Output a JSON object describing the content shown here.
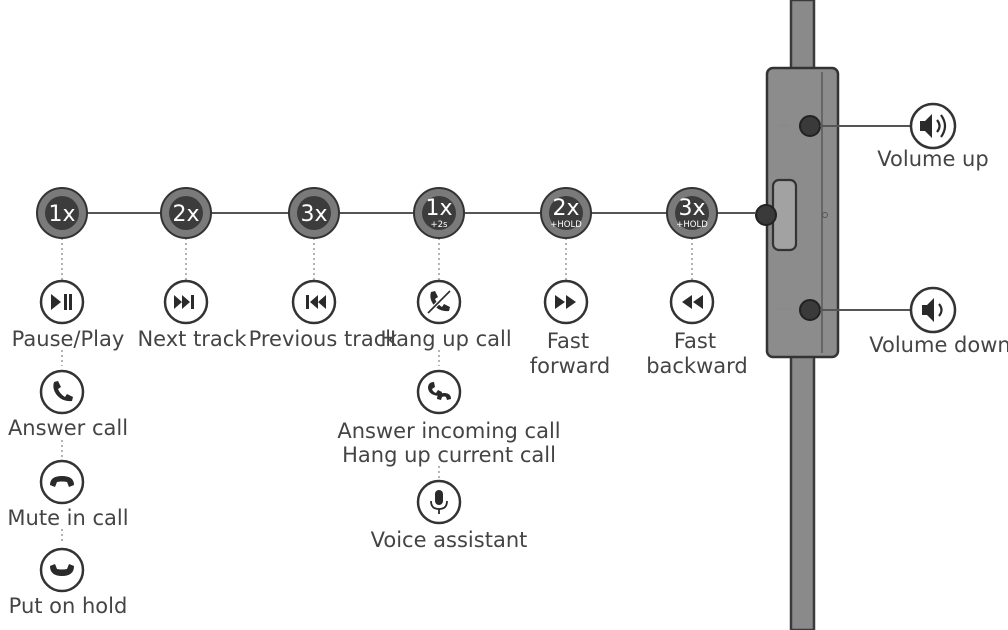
{
  "remote": {
    "plus_sign": "+",
    "minus_sign": "−",
    "volume_up_label": "Volume up",
    "volume_down_label": "Volume down",
    "volume_up_icon": "speaker-loud-icon",
    "volume_down_icon": "speaker-soft-icon"
  },
  "presses": [
    {
      "count": "1x",
      "sub": ""
    },
    {
      "count": "2x",
      "sub": ""
    },
    {
      "count": "3x",
      "sub": ""
    },
    {
      "count": "1x",
      "sub": "+2s"
    },
    {
      "count": "2x",
      "sub": "+HOLD"
    },
    {
      "count": "3x",
      "sub": "+HOLD"
    }
  ],
  "actions": [
    {
      "label": "Pause/Play",
      "icon": "play-pause-icon"
    },
    {
      "label": "Answer call",
      "icon": "phone-icon"
    },
    {
      "label": "Mute in call",
      "icon": "handset-down-icon"
    },
    {
      "label": "Put on hold",
      "icon": "handset-up-icon"
    },
    {
      "label": "Next track",
      "icon": "next-track-icon"
    },
    {
      "label": "Previous track",
      "icon": "previous-track-icon"
    },
    {
      "label": "Hang up call",
      "icon": "phone-crossed-icon"
    },
    {
      "label": "Answer incoming call",
      "label2": "Hang up current call",
      "icon": "phone-switch-icon"
    },
    {
      "label": "Voice assistant",
      "icon": "microphone-icon"
    },
    {
      "label": "Fast",
      "label2": "forward",
      "icon": "fast-forward-icon"
    },
    {
      "label": "Fast",
      "label2": "backward",
      "icon": "fast-backward-icon"
    }
  ],
  "colors": {
    "press_outer": "#7a7a7a",
    "press_inner": "#3c3c3c",
    "line": "#555555",
    "dotted": "#9a9a9a",
    "remote_body": "#8c8c8c",
    "cable": "#8a8a8a",
    "text": "#444444"
  }
}
